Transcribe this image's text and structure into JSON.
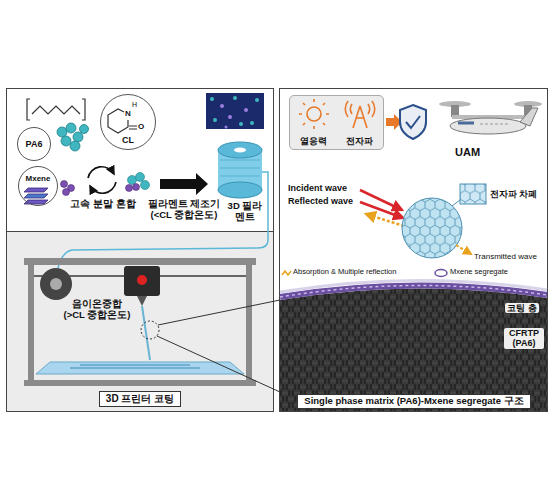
{
  "diagram": {
    "nodes": [
      {
        "text": [
          "PA6"
        ]
      },
      {
        "text": [
          "CL"
        ]
      },
      {
        "text": [
          "Mxene"
        ]
      },
      {
        "text": [
          "3D 프린터 코팅"
        ]
      },
      {
        "text": [
          "열응력",
          "전자파"
        ]
      },
      {
        "text": [
          "Single phase matrix (PA6)-Mxene segregate 구조"
        ]
      }
    ],
    "labels": [
      "N",
      "H",
      "O",
      "고속 분말 혼합",
      "필라멘트 제조기 (<CL 중합온도)",
      "3D 필라멘트",
      "음이온중합 (>CL 중합온도)",
      "UAM",
      "Incident wave",
      "Reflected wave",
      "전자파 차폐",
      "Transmitted wave",
      "Absorption & Multiple reflection",
      "Mxene segregate",
      "코팅 층",
      "CFRTP (PA6)"
    ]
  }
}
